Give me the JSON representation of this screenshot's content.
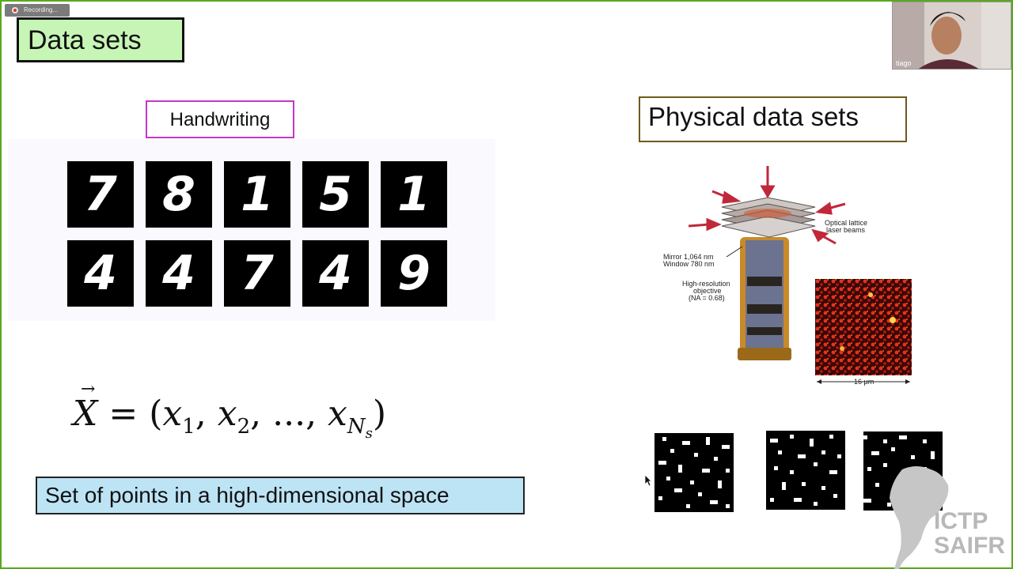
{
  "recording": {
    "label": "Recording..."
  },
  "slide": {
    "title": "Data sets",
    "handwriting_label": "Handwriting",
    "digits_row1": [
      "7",
      "8",
      "1",
      "5",
      "1"
    ],
    "digits_row2": [
      "4",
      "4",
      "7",
      "4",
      "9"
    ],
    "formula": {
      "lhs": "X",
      "equals": "=",
      "open": "(",
      "x": "x",
      "sub1": "1",
      "sub2": "2",
      "ellipsis": "...",
      "subN": "N",
      "subs": "s",
      "close": ")"
    },
    "set_caption": "Set of points in a high-dimensional space",
    "physical_label": "Physical data sets",
    "diagram": {
      "optical_lattice": [
        "Optical lattice",
        "laser beams"
      ],
      "mirror": [
        "Mirror 1,064 nm",
        "Window 780 nm"
      ],
      "objective": [
        "High-resolution",
        "objective",
        "(NA = 0.68)"
      ],
      "scale": "16 μm"
    }
  },
  "webcam": {
    "name": "tiago"
  },
  "logo": {
    "line1": "ICTP",
    "line2": "SAIFR"
  },
  "colors": {
    "frame": "#5aa81f",
    "title_bg": "#c7f5b6",
    "handwriting_border": "#c536c9",
    "caption_bg": "#bde4f5",
    "physical_border": "#6e5a1a",
    "arrow": "#c0283a"
  }
}
